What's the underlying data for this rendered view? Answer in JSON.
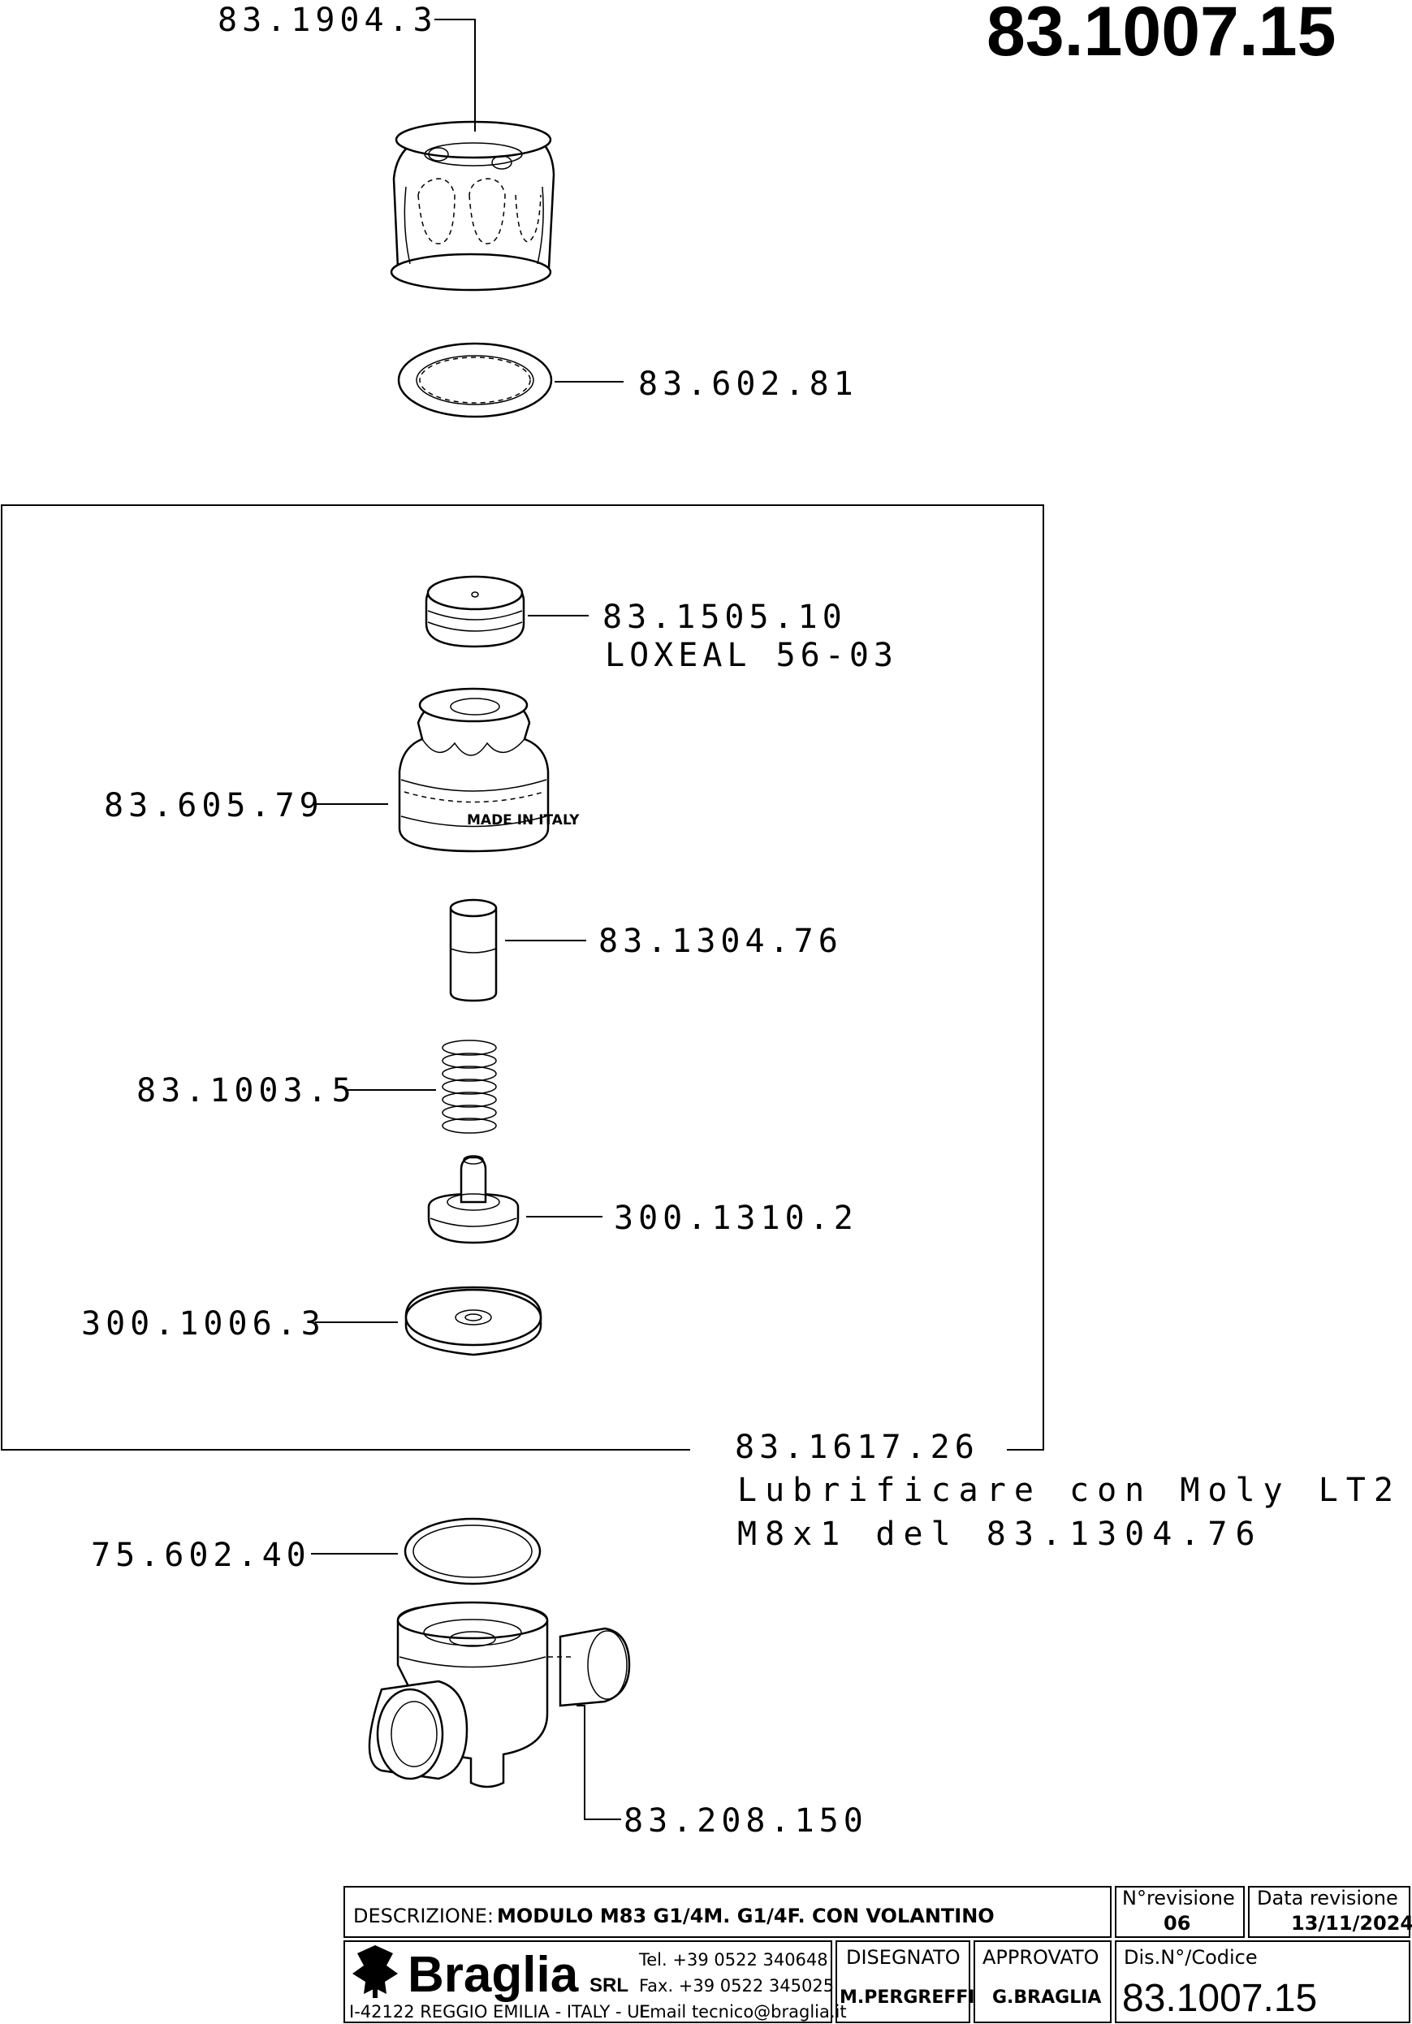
{
  "drawing_number_header": "83.1007.15",
  "callouts": [
    {
      "key": "knob",
      "code": "83.1904.3"
    },
    {
      "key": "oring_top",
      "code": "83.602.81"
    },
    {
      "key": "insert",
      "code": "83.1505.10",
      "note": "LOXEAL 56-03"
    },
    {
      "key": "cap",
      "code": "83.605.79",
      "marking": "MADE IN ITALY"
    },
    {
      "key": "piston",
      "code": "83.1304.76"
    },
    {
      "key": "spring",
      "code": "83.1003.5"
    },
    {
      "key": "poppet",
      "code": "300.1310.2"
    },
    {
      "key": "disc",
      "code": "300.1006.3"
    },
    {
      "key": "subassembly",
      "code": "83.1617.26",
      "note1": "Lubrificare con Moly LT2",
      "note2": "M8x1 del 83.1304.76"
    },
    {
      "key": "oring_bottom",
      "code": "75.602.40"
    },
    {
      "key": "body",
      "code": "83.208.150"
    }
  ],
  "title_block": {
    "description_label": "DESCRIZIONE:",
    "description_value": "MODULO M83 G1/4M. G1/4F. CON VOLANTINO",
    "revision_label": "N°revisione",
    "revision_value": "06",
    "revision_date_label": "Data revisione",
    "revision_date_value": "13/11/2024",
    "company_name": "Braglia",
    "company_suffix": "SRL",
    "tel": "Tel. +39 0522 340648",
    "fax": "Fax. +39 0522 345025",
    "address": "I-42122 REGGIO EMILIA - ITALY - UE",
    "email": "Email tecnico@braglia.it",
    "drawn_label": "DISEGNATO",
    "drawn_value": "M.PERGREFFI",
    "approved_label": "APPROVATO",
    "approved_value": "G.BRAGLIA",
    "code_label": "Dis.N°/Codice",
    "code_value": "83.1007.15"
  }
}
